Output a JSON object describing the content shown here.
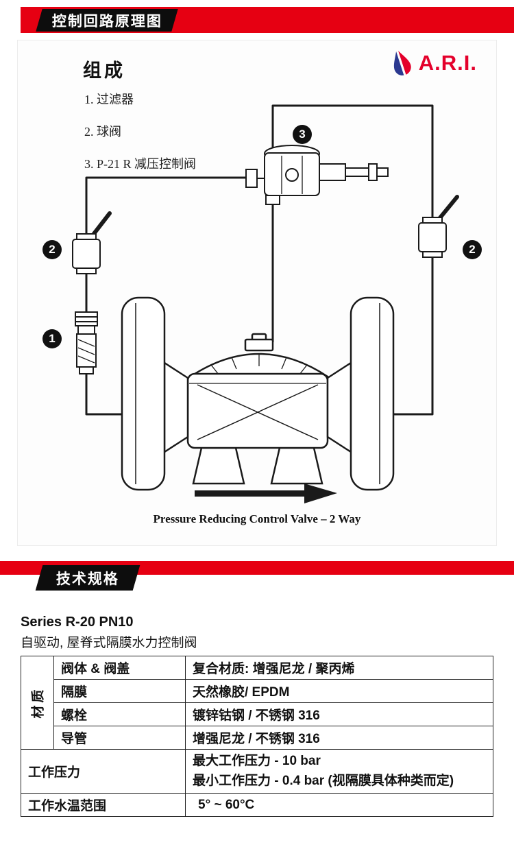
{
  "colors": {
    "band_red": "#e60012",
    "logo_red": "#e4002b",
    "logo_blue": "#2b3990",
    "ink": "#111111"
  },
  "header1": {
    "label": "控制回路原理图"
  },
  "header2": {
    "label": "技术规格"
  },
  "diagram": {
    "composition_title": "组成",
    "items": [
      "1. 过滤器",
      "2. 球阀",
      "3. P-21 R 减压控制阀"
    ],
    "callouts": {
      "one": "1",
      "two": "2",
      "three": "3"
    },
    "caption": "Pressure Reducing Control Valve – 2 Way",
    "logo_text": "A.R.I."
  },
  "specs": {
    "series_title": "Series R-20 PN10",
    "series_subtitle": "自驱动, 屋脊式隔膜水力控制阀",
    "table": {
      "material_group_label": "材质",
      "material_rows": [
        {
          "name": "阀体 & 阀盖",
          "value": "复合材质: 增强尼龙 / 聚丙烯"
        },
        {
          "name": "隔膜",
          "value": "天然橡胶/ EPDM"
        },
        {
          "name": "螺栓",
          "value": "镀锌钴钢 / 不锈钢 316"
        },
        {
          "name": "导管",
          "value": "增强尼龙 / 不锈钢 316"
        }
      ],
      "pressure_label": "工作压力",
      "pressure_line1": "最大工作压力 - 10 bar",
      "pressure_line2": "最小工作压力 - 0.4 bar (视隔膜具体种类而定)",
      "temp_label": "工作水温范围",
      "temp_value": "5° ~ 60°C"
    }
  }
}
